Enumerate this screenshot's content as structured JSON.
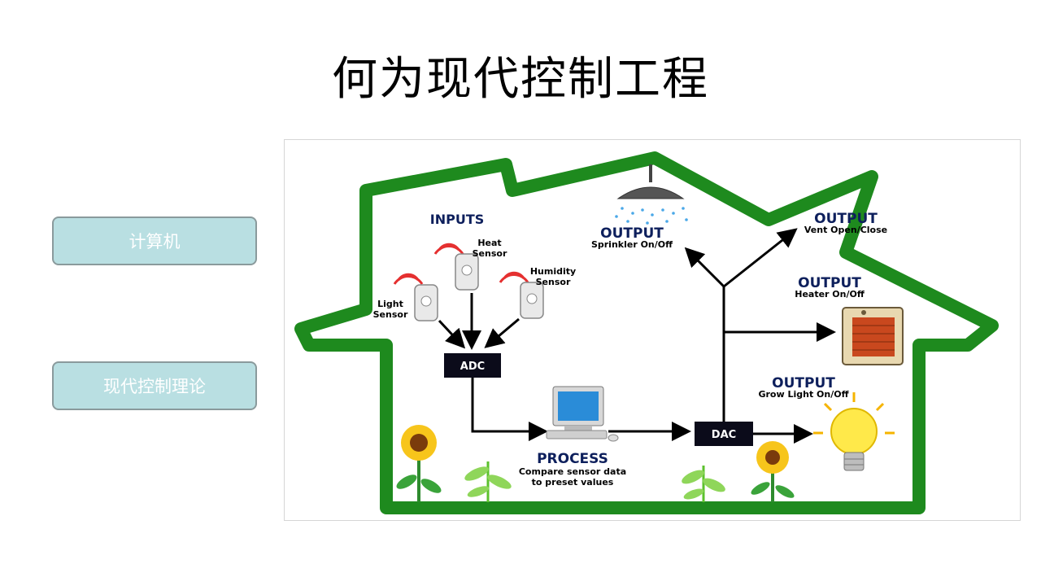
{
  "slide": {
    "title": "何为现代控制工程"
  },
  "sidebar": {
    "items": [
      {
        "label": "计算机"
      },
      {
        "label": "现代控制理论"
      }
    ]
  },
  "diagram": {
    "inputs_title": "INPUTS",
    "sensors": {
      "heat": [
        "Heat",
        "Sensor"
      ],
      "humidity": [
        "Humidity",
        "Sensor"
      ],
      "light": [
        "Light",
        "Sensor"
      ]
    },
    "adc": "ADC",
    "dac": "DAC",
    "process": {
      "title": "PROCESS",
      "line1": "Compare sensor data",
      "line2": "to preset values"
    },
    "outputs": [
      {
        "title": "OUTPUT",
        "desc": "Sprinkler On/Off"
      },
      {
        "title": "OUTPUT",
        "desc": "Vent Open/Close"
      },
      {
        "title": "OUTPUT",
        "desc": "Heater On/Off"
      },
      {
        "title": "OUTPUT",
        "desc": "Grow Light On/Off"
      }
    ],
    "colors": {
      "house": "#1e8a1e",
      "label": "#0d1f5c",
      "box": "#0b0b1a",
      "arrow": "#000000"
    }
  }
}
